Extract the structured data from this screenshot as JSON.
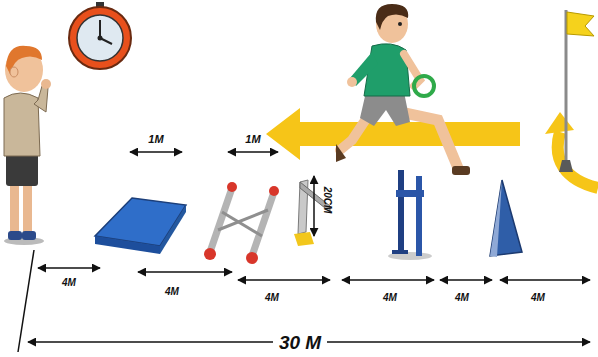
{
  "diagram": {
    "labels": [
      "1M",
      "1M",
      "20CM",
      "4M",
      "4M",
      "4M",
      "4M",
      "4M",
      "4M",
      "30 M"
    ]
  }
}
